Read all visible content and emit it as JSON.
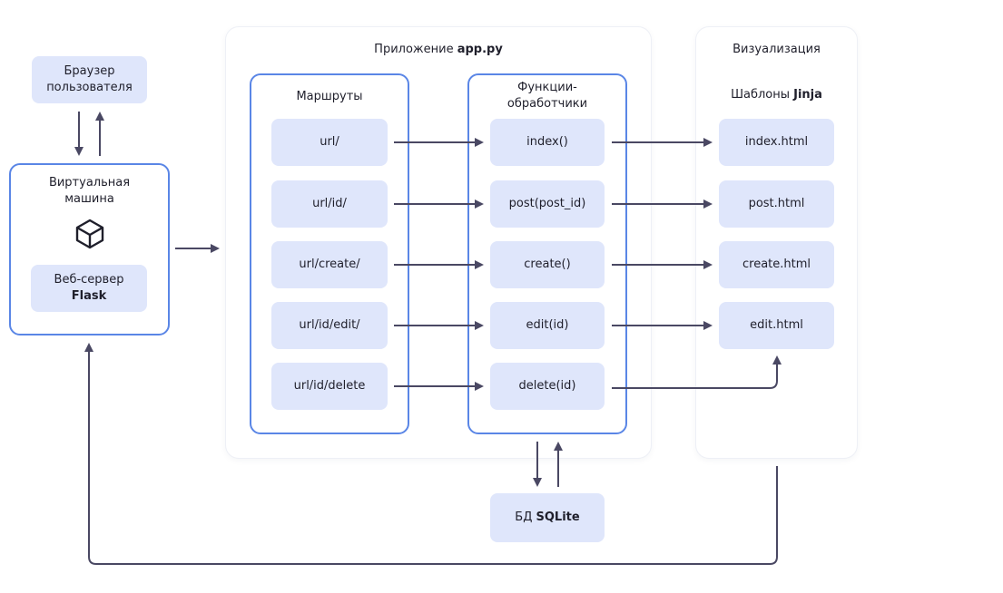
{
  "browser": {
    "line1": "Браузер",
    "line2": "пользователя"
  },
  "vm": {
    "line1": "Виртуальная",
    "line2": "машина",
    "icon": "cube-icon",
    "server_line1": "Веб-сервер",
    "server_line2": "Flask"
  },
  "app": {
    "title_prefix": "Приложение ",
    "title_bold": "app.py"
  },
  "routes": {
    "title": "Маршруты",
    "items": [
      "url/",
      "url/id/",
      "url/create/",
      "url/id/edit/",
      "url/id/delete"
    ]
  },
  "handlers": {
    "title_line1": "Функции-",
    "title_line2": "обработчики",
    "items": [
      "index()",
      "post(post_id)",
      "create()",
      "edit(id)",
      "delete(id)"
    ]
  },
  "viz": {
    "title": "Визуализация",
    "sub_prefix": "Шаблоны ",
    "sub_bold": "Jinja",
    "items": [
      "index.html",
      "post.html",
      "create.html",
      "edit.html"
    ]
  },
  "db": {
    "prefix": "БД ",
    "bold": "SQLite"
  },
  "colors": {
    "accent": "#5a86e6",
    "pill": "#dfe6fb",
    "arrow": "#4a4863"
  }
}
